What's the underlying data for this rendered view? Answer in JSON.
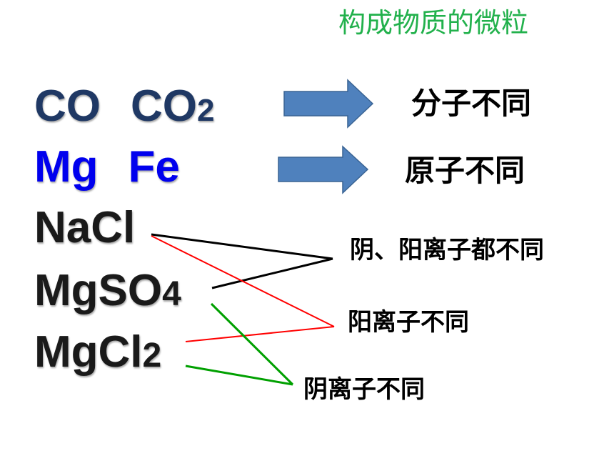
{
  "title": "构成物质的微粒",
  "formulas": {
    "co": "CO",
    "co2": "CO",
    "co2_sub": "2",
    "mg": "Mg",
    "fe": "Fe",
    "nacl": "NaCl",
    "mgso4": "MgSO",
    "mgso4_sub": "4",
    "mgcl2": "MgCl",
    "mgcl2_sub": "2"
  },
  "labels": {
    "molecule_diff": "分子不同",
    "atom_diff": "原子不同",
    "both_ions_diff": "阴、阳离子都不同",
    "cation_diff": "阳离子不同",
    "anion_diff": "阴离子不同"
  },
  "colors": {
    "title": "#22b14c",
    "row1_formula": "#1f3864",
    "row2_formula": "#0000ee",
    "ionic_formula": "#1a1a1a",
    "arrow_fill": "#4f81bd",
    "arrow_stroke": "#3a6494",
    "line_black": "#000000",
    "line_red": "#ff0000",
    "line_green": "#00a000"
  },
  "icons": {
    "arrow": "right-arrow-icon"
  }
}
